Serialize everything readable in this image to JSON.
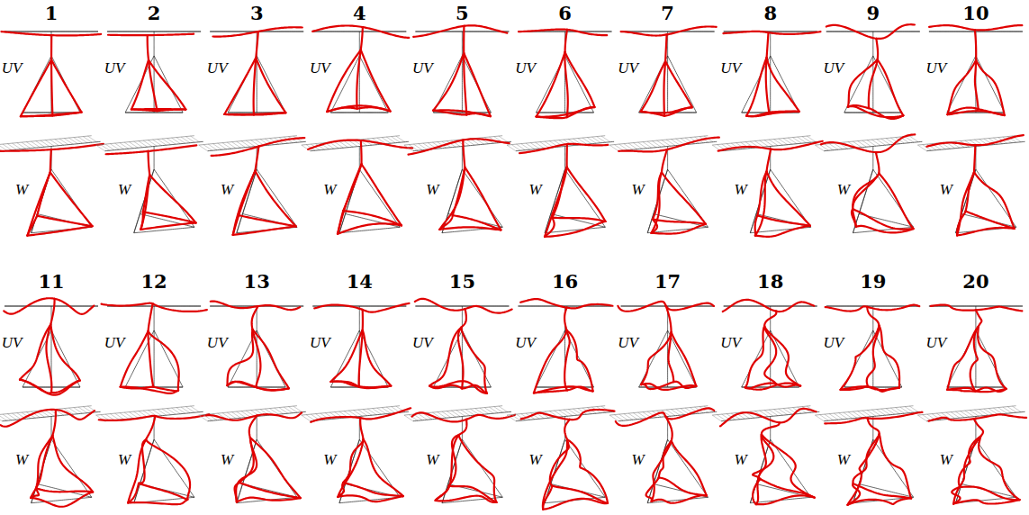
{
  "diagram": {
    "labels": [
      "1",
      "2",
      "3",
      "4",
      "5",
      "6",
      "7",
      "8",
      "9",
      "10",
      "UV",
      "UV",
      "UV",
      "UV",
      "UV",
      "UV",
      "UV",
      "UV",
      "UV",
      "UV",
      "W",
      "W",
      "W",
      "W",
      "W",
      "W",
      "W",
      "W",
      "W",
      "W",
      "11",
      "12",
      "13",
      "14",
      "15",
      "16",
      "17",
      "18",
      "19",
      "20",
      "UV",
      "UV",
      "UV",
      "UV",
      "UV",
      "UV",
      "UV",
      "UV",
      "UV",
      "UV",
      "W",
      "W",
      "W",
      "W",
      "W",
      "W",
      "W",
      "W",
      "W",
      "W"
    ]
  }
}
